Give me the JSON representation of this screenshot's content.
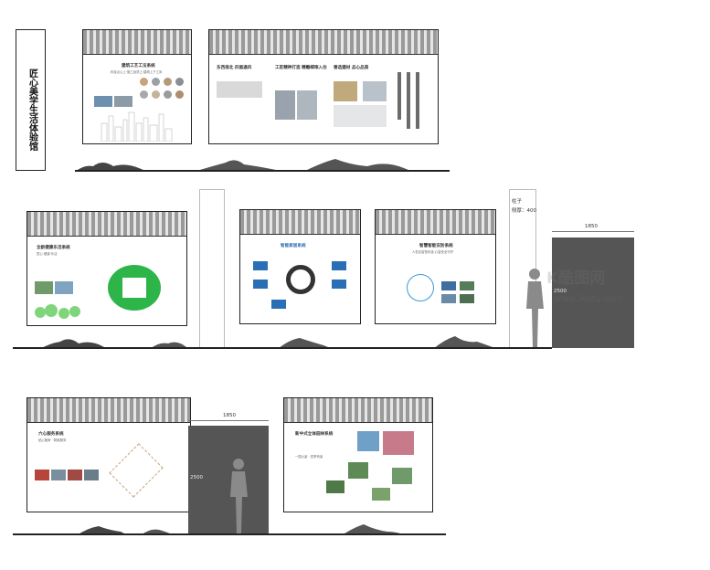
{
  "vertical_title": "匠心美学生活体验馆",
  "panels": [
    {
      "id": "p1",
      "title": "建筑工艺工法系统",
      "sub": "科技点心上·施工品质上·建筑上下工序"
    },
    {
      "id": "p2",
      "title1": "东西南北 四面通风",
      "title2": "工匠精神打造 精雕细琢入住",
      "title3": "善选建材 品心品质"
    },
    {
      "id": "p3",
      "title": "全龄健康乐活系统",
      "sub": "匠心·健康·乐活"
    },
    {
      "id": "p4",
      "title": "智能家居系统"
    },
    {
      "id": "p5",
      "title": "智慧智能安防系统",
      "sub": "人性化智慧科技·心智安全守护"
    },
    {
      "id": "p6",
      "title": "六心服务系统",
      "sub": "贴心管家 · 精致服务"
    },
    {
      "id": "p7",
      "title": "新中式立体园林系统",
      "sub": "一园九景 · 四季有景"
    }
  ],
  "dimensions": {
    "pillar_label": "柱子",
    "pillar_width": "侧厚：400",
    "door1_width": "1850",
    "door1_height": "2500",
    "door2_width": "1850",
    "door2_height": "2500"
  },
  "watermark": {
    "brand": "K酷图网",
    "url": "www.ikutu.com"
  },
  "colors": {
    "door": "#555555",
    "accent_green": "#2db54a",
    "accent_blue": "#2a6fb5"
  }
}
